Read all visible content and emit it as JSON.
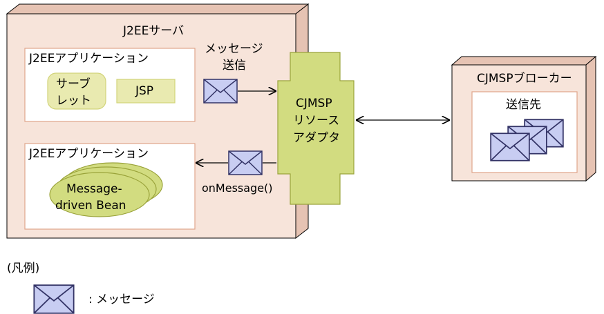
{
  "diagram": {
    "server_title": "J2EEサーバ",
    "app_top_title": "J2EEアプリケーション",
    "servlet_line1": "サーブ",
    "servlet_line2": "レット",
    "jsp_label": "JSP",
    "send_label_line1": "メッセージ",
    "send_label_line2": "送信",
    "adapter_line1": "CJMSP",
    "adapter_line2": "リソース",
    "adapter_line3": "アダプタ",
    "broker_title": "CJMSPブローカー",
    "destination_label": "送信先",
    "app_bottom_title": "J2EEアプリケーション",
    "mdb_line1": "Message-",
    "mdb_line2": "driven Bean",
    "onmessage_label": "onMessage()"
  },
  "legend": {
    "title": "(凡例)",
    "message_label": ": メッセージ"
  },
  "colors": {
    "box_face": "#f7e4da",
    "box_side": "#e6c3b3",
    "box_border": "#000000",
    "inner_border": "#e0a58a",
    "adapter_fill": "#d2dc80",
    "adapter_border": "#9aa33a",
    "servlet_fill": "#e9eab0",
    "mdb_fill": "#d2dc80",
    "envelope_fill": "#c8cdf2",
    "envelope_stroke": "#333366"
  },
  "icons": [
    "message-envelope-icon"
  ]
}
